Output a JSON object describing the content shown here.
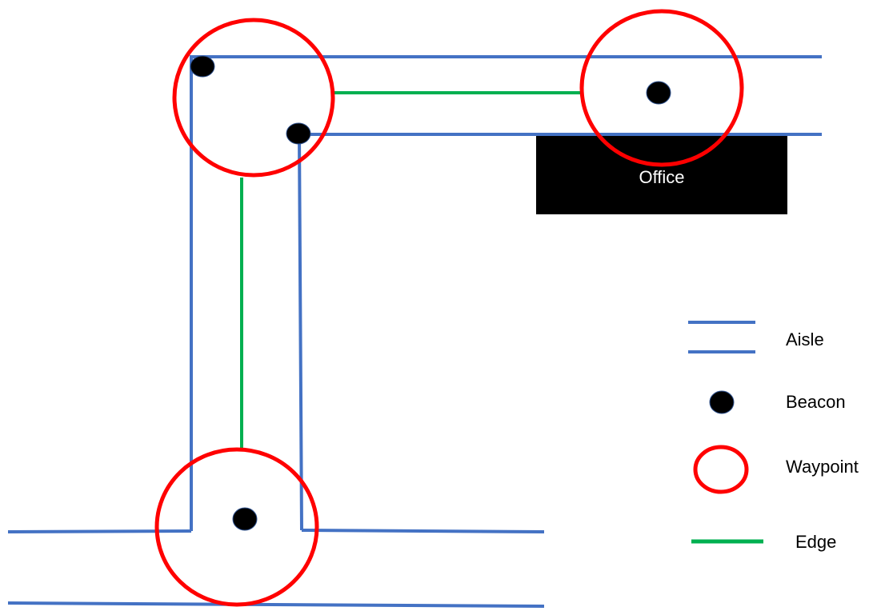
{
  "diagram": {
    "office_label": "Office"
  },
  "legend": {
    "aisle_label": "Aisle",
    "beacon_label": "Beacon",
    "waypoint_label": "Waypoint",
    "edge_label": "Edge"
  },
  "colors": {
    "aisle": "#4472C4",
    "edge": "#00B050",
    "waypoint": "#FF0000",
    "beacon": "#000000",
    "office": "#000000"
  }
}
